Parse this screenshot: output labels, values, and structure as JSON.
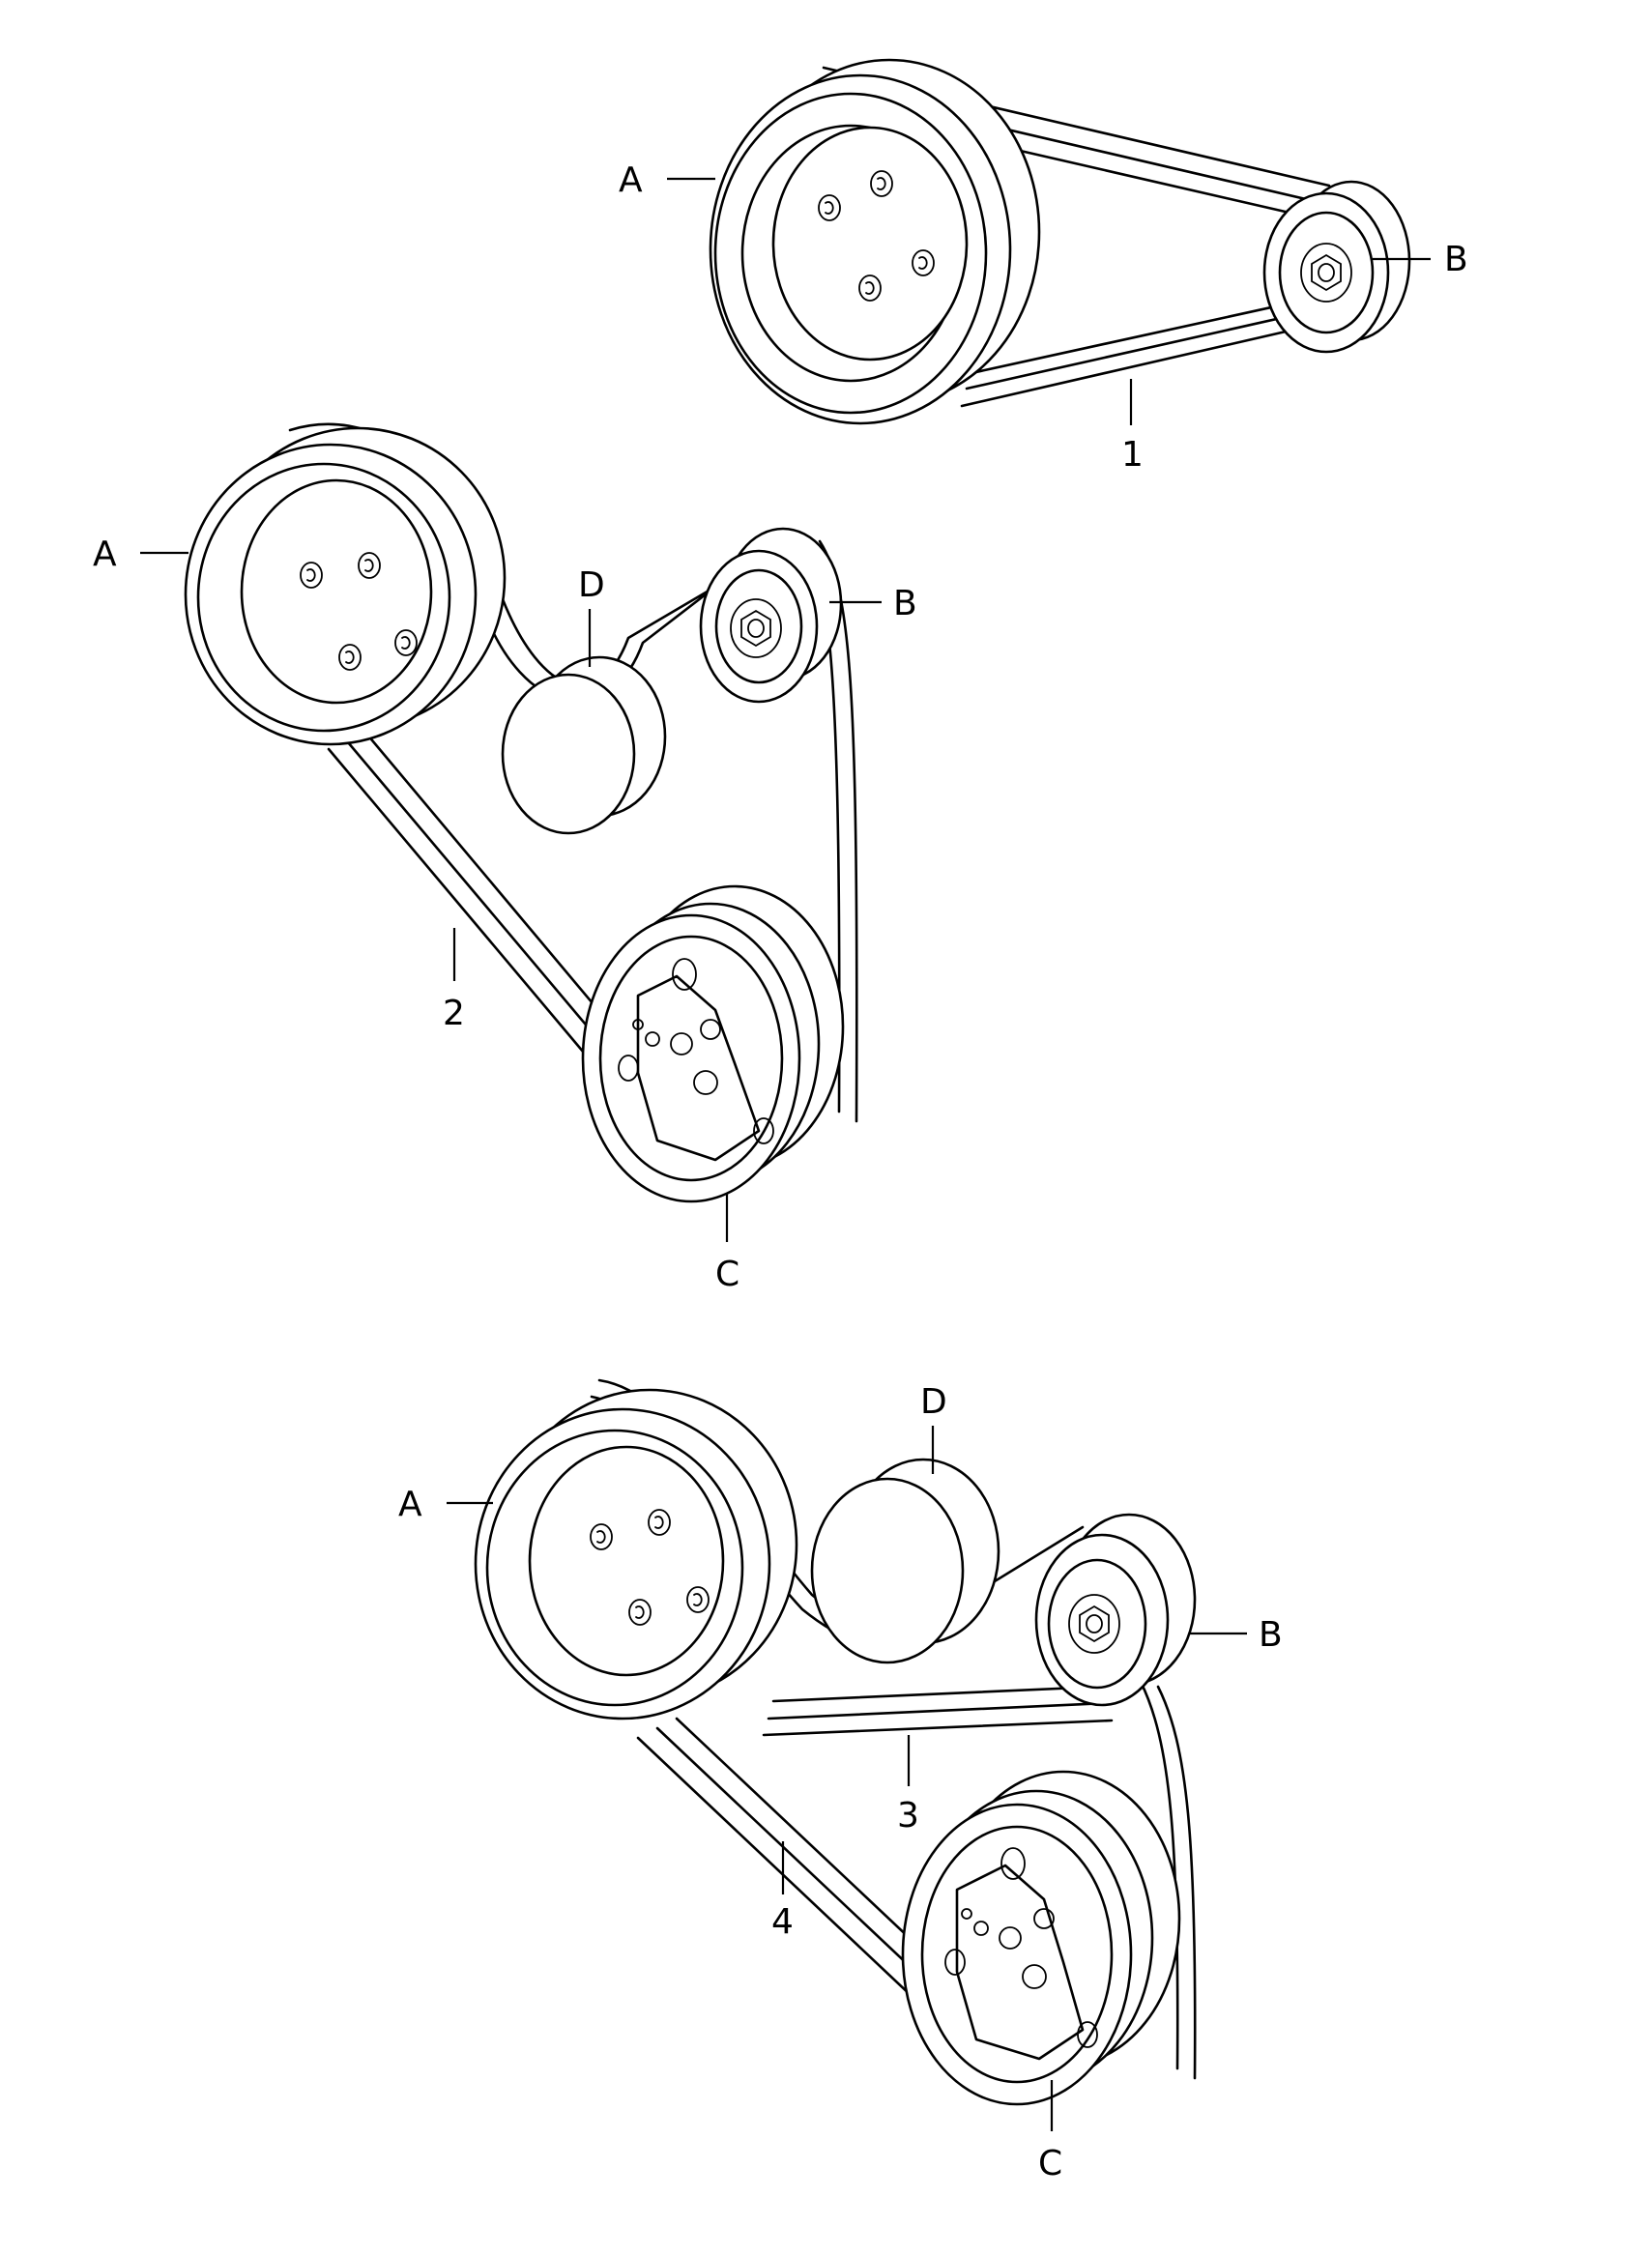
{
  "diagrams": [
    {
      "id": "drive-1",
      "pulleys": {
        "A": "A",
        "B": "B"
      },
      "belts": [
        "1"
      ]
    },
    {
      "id": "drive-2",
      "pulleys": {
        "A": "A",
        "B": "B",
        "C": "C",
        "D": "D"
      },
      "belts": [
        "2"
      ]
    },
    {
      "id": "drive-3",
      "pulleys": {
        "A": "A",
        "B": "B",
        "C": "C",
        "D": "D"
      },
      "belts": [
        "3",
        "4"
      ]
    }
  ]
}
